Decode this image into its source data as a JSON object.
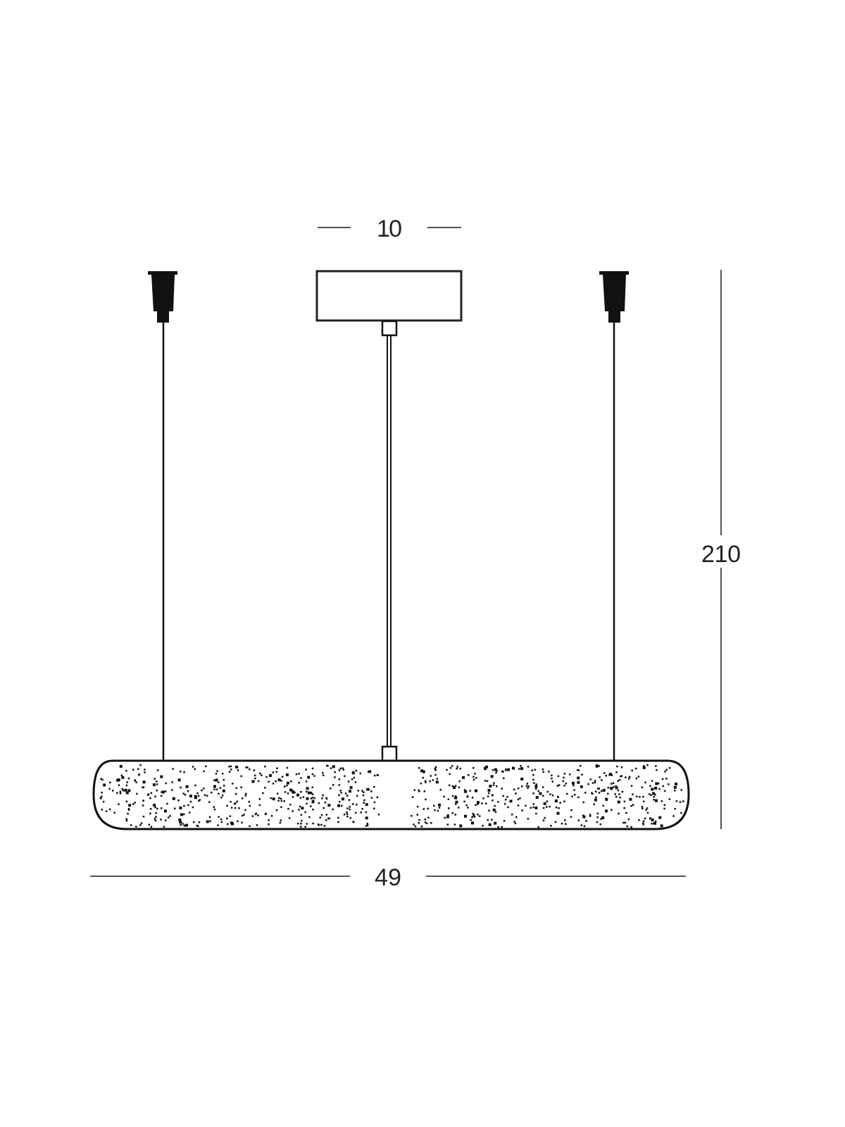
{
  "dimensions": {
    "canopy_width": "10",
    "total_height": "210",
    "body_width": "49"
  },
  "colors": {
    "line": "#111111",
    "dim_line": "#555555"
  }
}
